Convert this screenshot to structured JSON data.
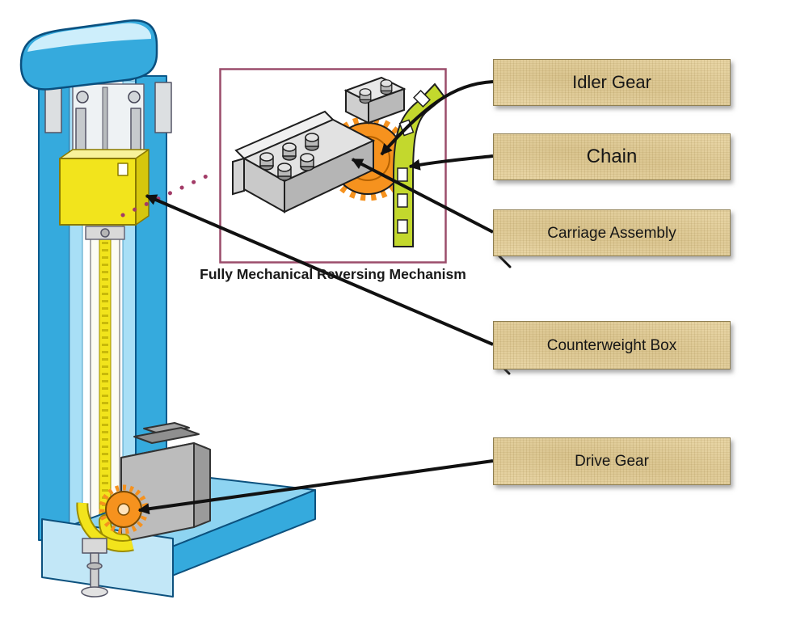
{
  "inset": {
    "caption": "Fully Mechanical Reversing Mechanism"
  },
  "labels": [
    {
      "id": "idler-gear",
      "text": "Idler Gear"
    },
    {
      "id": "chain",
      "text": "Chain"
    },
    {
      "id": "carriage-assembly",
      "text": "Carriage Assembly"
    },
    {
      "id": "counterweight-box",
      "text": "Counterweight Box"
    },
    {
      "id": "drive-gear",
      "text": "Drive Gear"
    }
  ],
  "colors": {
    "machine-blue": "#35aadd",
    "machine-blue-light": "#8ed4f1",
    "machine-blue-dark": "#0c517e",
    "accent-yellow": "#f2e41c",
    "accent-orange": "#f6921e",
    "accent-green": "#c3d82d",
    "label-bg": "#e7d4a4",
    "label-border": "#8f7f52",
    "inset-border": "#9b4d6b",
    "arrow-black": "#111111",
    "dotted-leader": "#a23b67"
  }
}
